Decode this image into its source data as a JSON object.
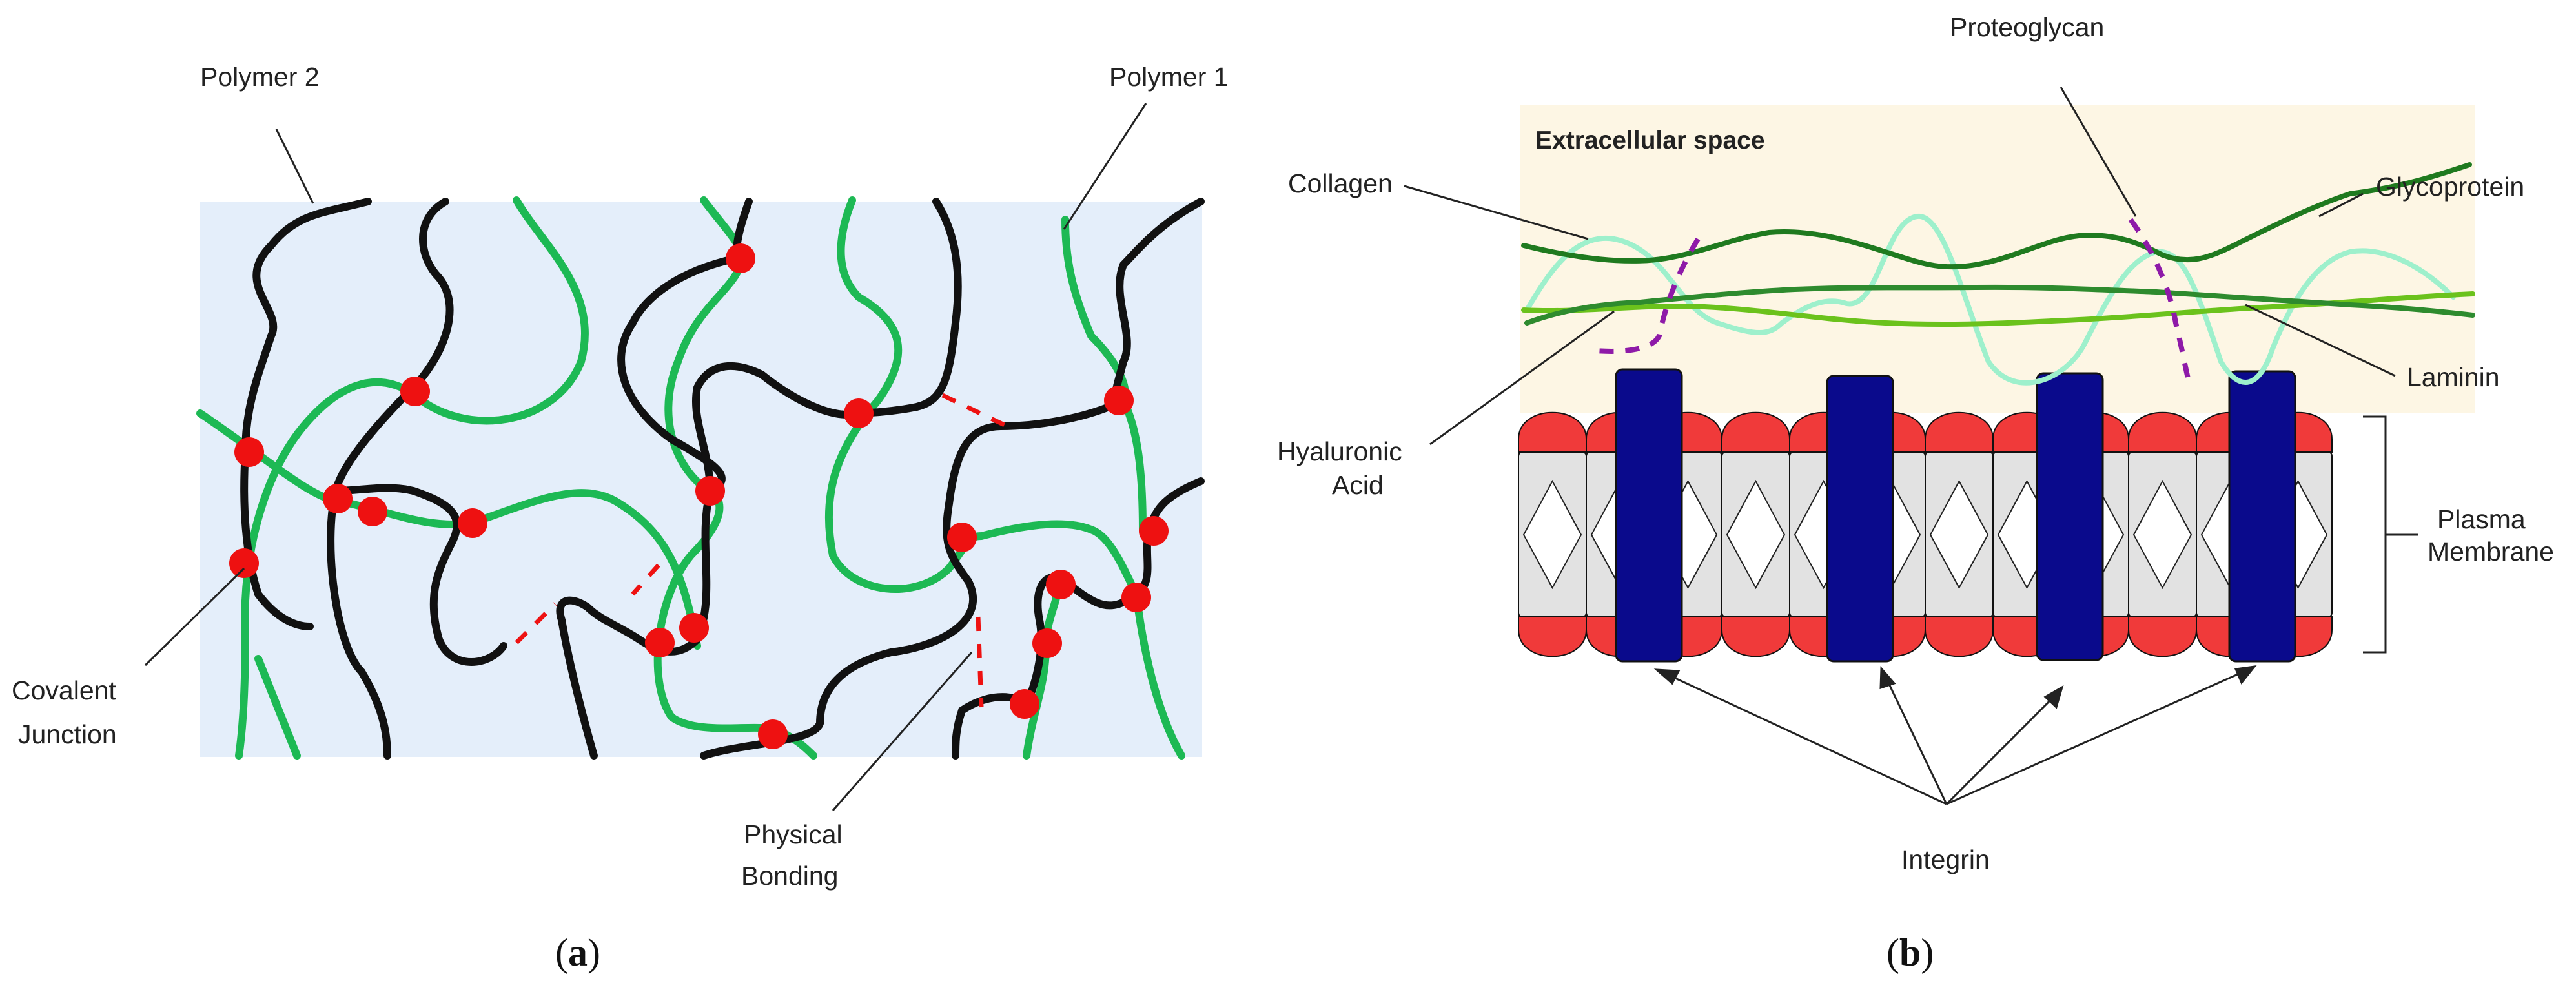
{
  "panel_a": {
    "labels": {
      "polymer2": "Polymer 2",
      "polymer1": "Polymer 1",
      "covalent_1": "Covalent",
      "covalent_2": "Junction",
      "physical_1": "Physical",
      "physical_2": "Bonding"
    },
    "caption": {
      "open": "(",
      "letter": "a",
      "close": ")"
    },
    "colors": {
      "background": "#e4eefa",
      "polymer1": "#1db954",
      "polymer2": "#111111",
      "junction": "#ee1111",
      "bond": "#ee1111"
    }
  },
  "panel_b": {
    "labels": {
      "extracellular": "Extracellular space",
      "proteoglycan": "Proteoglycan",
      "collagen": "Collagen",
      "glycoprotein": "Glycoprotein",
      "laminin": "Laminin",
      "hyaluronic_1": "Hyaluronic",
      "hyaluronic_2": "Acid",
      "plasma_1": "Plasma",
      "plasma_2": "Membrane",
      "integrin": "Integrin"
    },
    "caption": {
      "open": "(",
      "letter": "b",
      "close": ")"
    },
    "colors": {
      "extracellular": "#fdf6e4",
      "collagen": "#9ef0cc",
      "glycoprotein": "#1f7a1f",
      "laminin": "#6bc21c",
      "hyaluronic": "#2e8b2e",
      "proteoglycan": "#8e1aa8",
      "lipid_head": "#f03a3a",
      "lipid_tail": "#e2e2e2",
      "integrin": "#0a0a8c"
    }
  }
}
